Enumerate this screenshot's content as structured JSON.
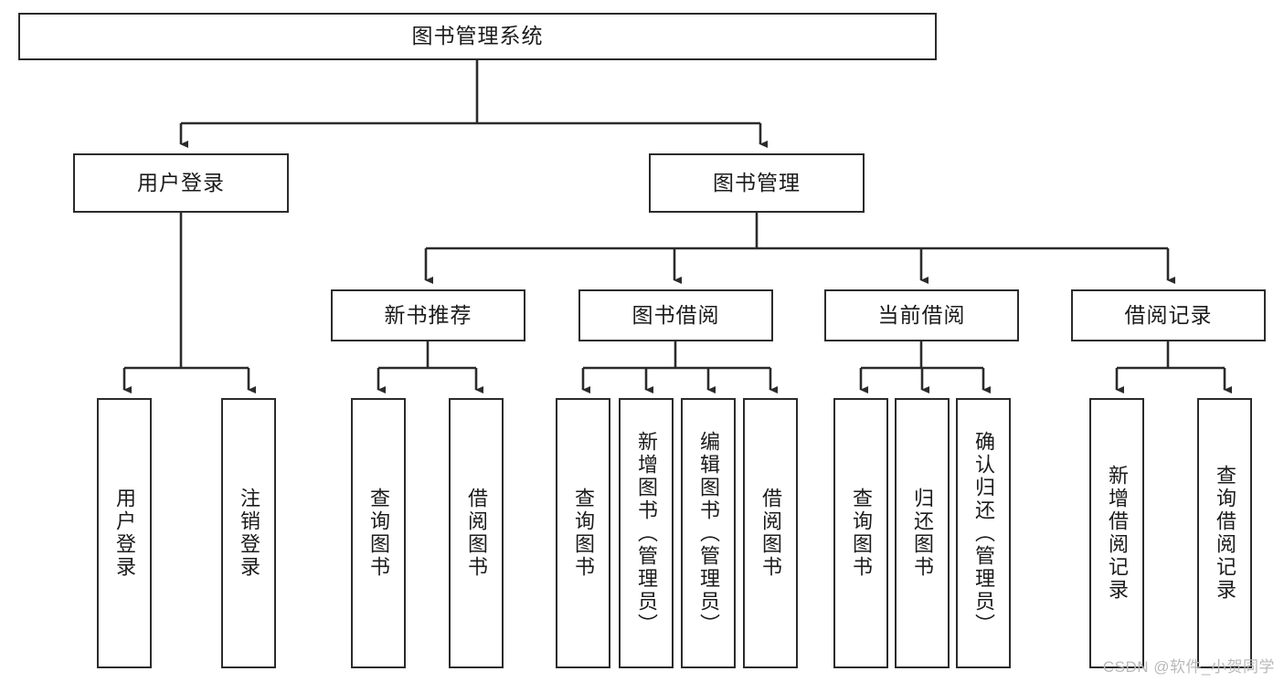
{
  "diagram": {
    "title": "图书管理系统",
    "type": "functional-hierarchy-tree",
    "root": {
      "label": "图书管理系统"
    },
    "level2": [
      {
        "label": "用户登录"
      },
      {
        "label": "图书管理"
      }
    ],
    "level3": [
      {
        "label": "新书推荐"
      },
      {
        "label": "图书借阅"
      },
      {
        "label": "当前借阅"
      },
      {
        "label": "借阅记录"
      }
    ],
    "leaves": {
      "user_login": [
        {
          "label": "用户登录"
        },
        {
          "label": "注销登录"
        }
      ],
      "new_book_rec": [
        {
          "label": "查询图书"
        },
        {
          "label": "借阅图书"
        }
      ],
      "book_borrow": [
        {
          "label": "查询图书"
        },
        {
          "label": "新增图书（管理员）"
        },
        {
          "label": "编辑图书（管理员）"
        },
        {
          "label": "借阅图书"
        }
      ],
      "current_borrow": [
        {
          "label": "查询图书"
        },
        {
          "label": "归还图书"
        },
        {
          "label": "确认归还（管理员）"
        }
      ],
      "borrow_records": [
        {
          "label": "新增借阅记录"
        },
        {
          "label": "查询借阅记录"
        }
      ]
    }
  },
  "watermark": {
    "text": "CSDN @软件_小贺同学"
  },
  "colors": {
    "box_border": "#2b2b2b",
    "box_fill": "#ffffff",
    "text": "#1b1b1b",
    "connector": "#2b2b2b",
    "watermark": "#b9b9b9",
    "background": "#ffffff"
  }
}
